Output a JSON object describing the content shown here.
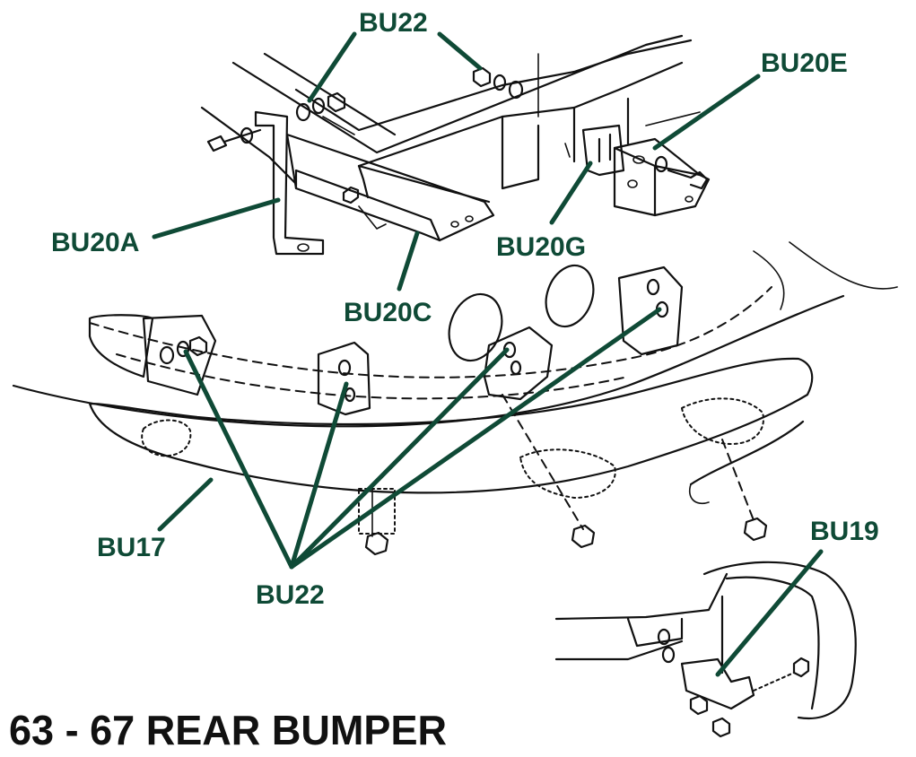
{
  "diagram": {
    "title": "63 - 67 REAR BUMPER",
    "label_color": "#0f4a36",
    "line_color": "#111111",
    "labels": {
      "bu22_top": "BU22",
      "bu20e": "BU20E",
      "bu20a": "BU20A",
      "bu20g": "BU20G",
      "bu20c": "BU20C",
      "bu17": "BU17",
      "bu22_bottom": "BU22",
      "bu19": "BU19"
    }
  }
}
